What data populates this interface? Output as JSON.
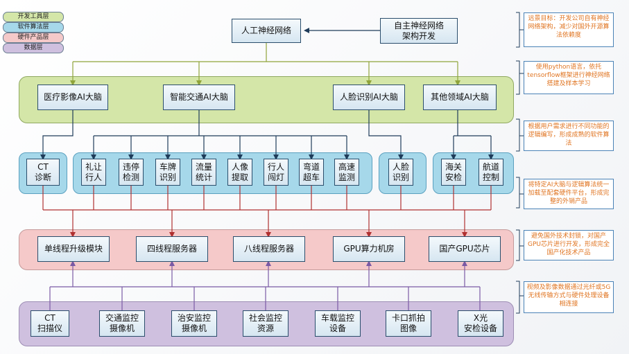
{
  "legend": [
    {
      "label": "开发工具层",
      "color": "#d4e6a8"
    },
    {
      "label": "软件算法层",
      "color": "#a6d8ea"
    },
    {
      "label": "硬件产品层",
      "color": "#f5c9c9"
    },
    {
      "label": "数据层",
      "color": "#cfc0df"
    }
  ],
  "top": {
    "ann": "人工神经网络",
    "self_dev": "自主神经网络\n架构开发"
  },
  "brains": [
    "医疗影像AI大脑",
    "智能交通AI大脑",
    "人脸识别AI大脑",
    "其他领域AI大脑"
  ],
  "algorithms": [
    "CT\n诊断",
    "礼让\n行人",
    "违停\n检测",
    "车牌\n识别",
    "流量\n统计",
    "人像\n提取",
    "行人\n闯灯",
    "弯道\n超车",
    "高速\n监测",
    "人脸\n识别",
    "海关\n安检",
    "航道\n控制"
  ],
  "hardware": [
    "单线程升级模块",
    "四线程服务器",
    "八线程服务器",
    "GPU算力机房",
    "国产GPU芯片"
  ],
  "data_sources": [
    "CT\n扫描仪",
    "交通监控\n摄像机",
    "治安监控\n摄像机",
    "社会监控\n资源",
    "车载监控\n设备",
    "卡口抓拍\n图像",
    "X光\n安检设备"
  ],
  "notes": [
    "远景目标：开发公司自有神经网络架构，减少对国外开源算法依赖度",
    "使用python语言，依托tensorflow框架进行神经网络搭建及样本学习",
    "根据用户需求进行不同功能的逻辑编写，形成成熟的软件算法",
    "将特定AI大脑与逻辑算法统一加载至配套硬件平台，形成完整的外销产品",
    "避免国外技术封锁，对国产GPU芯片进行开发，形成完全国产化技术产品",
    "视频及影像数据通过光纤或5G无线传输方式与硬件处理设备相连接"
  ]
}
